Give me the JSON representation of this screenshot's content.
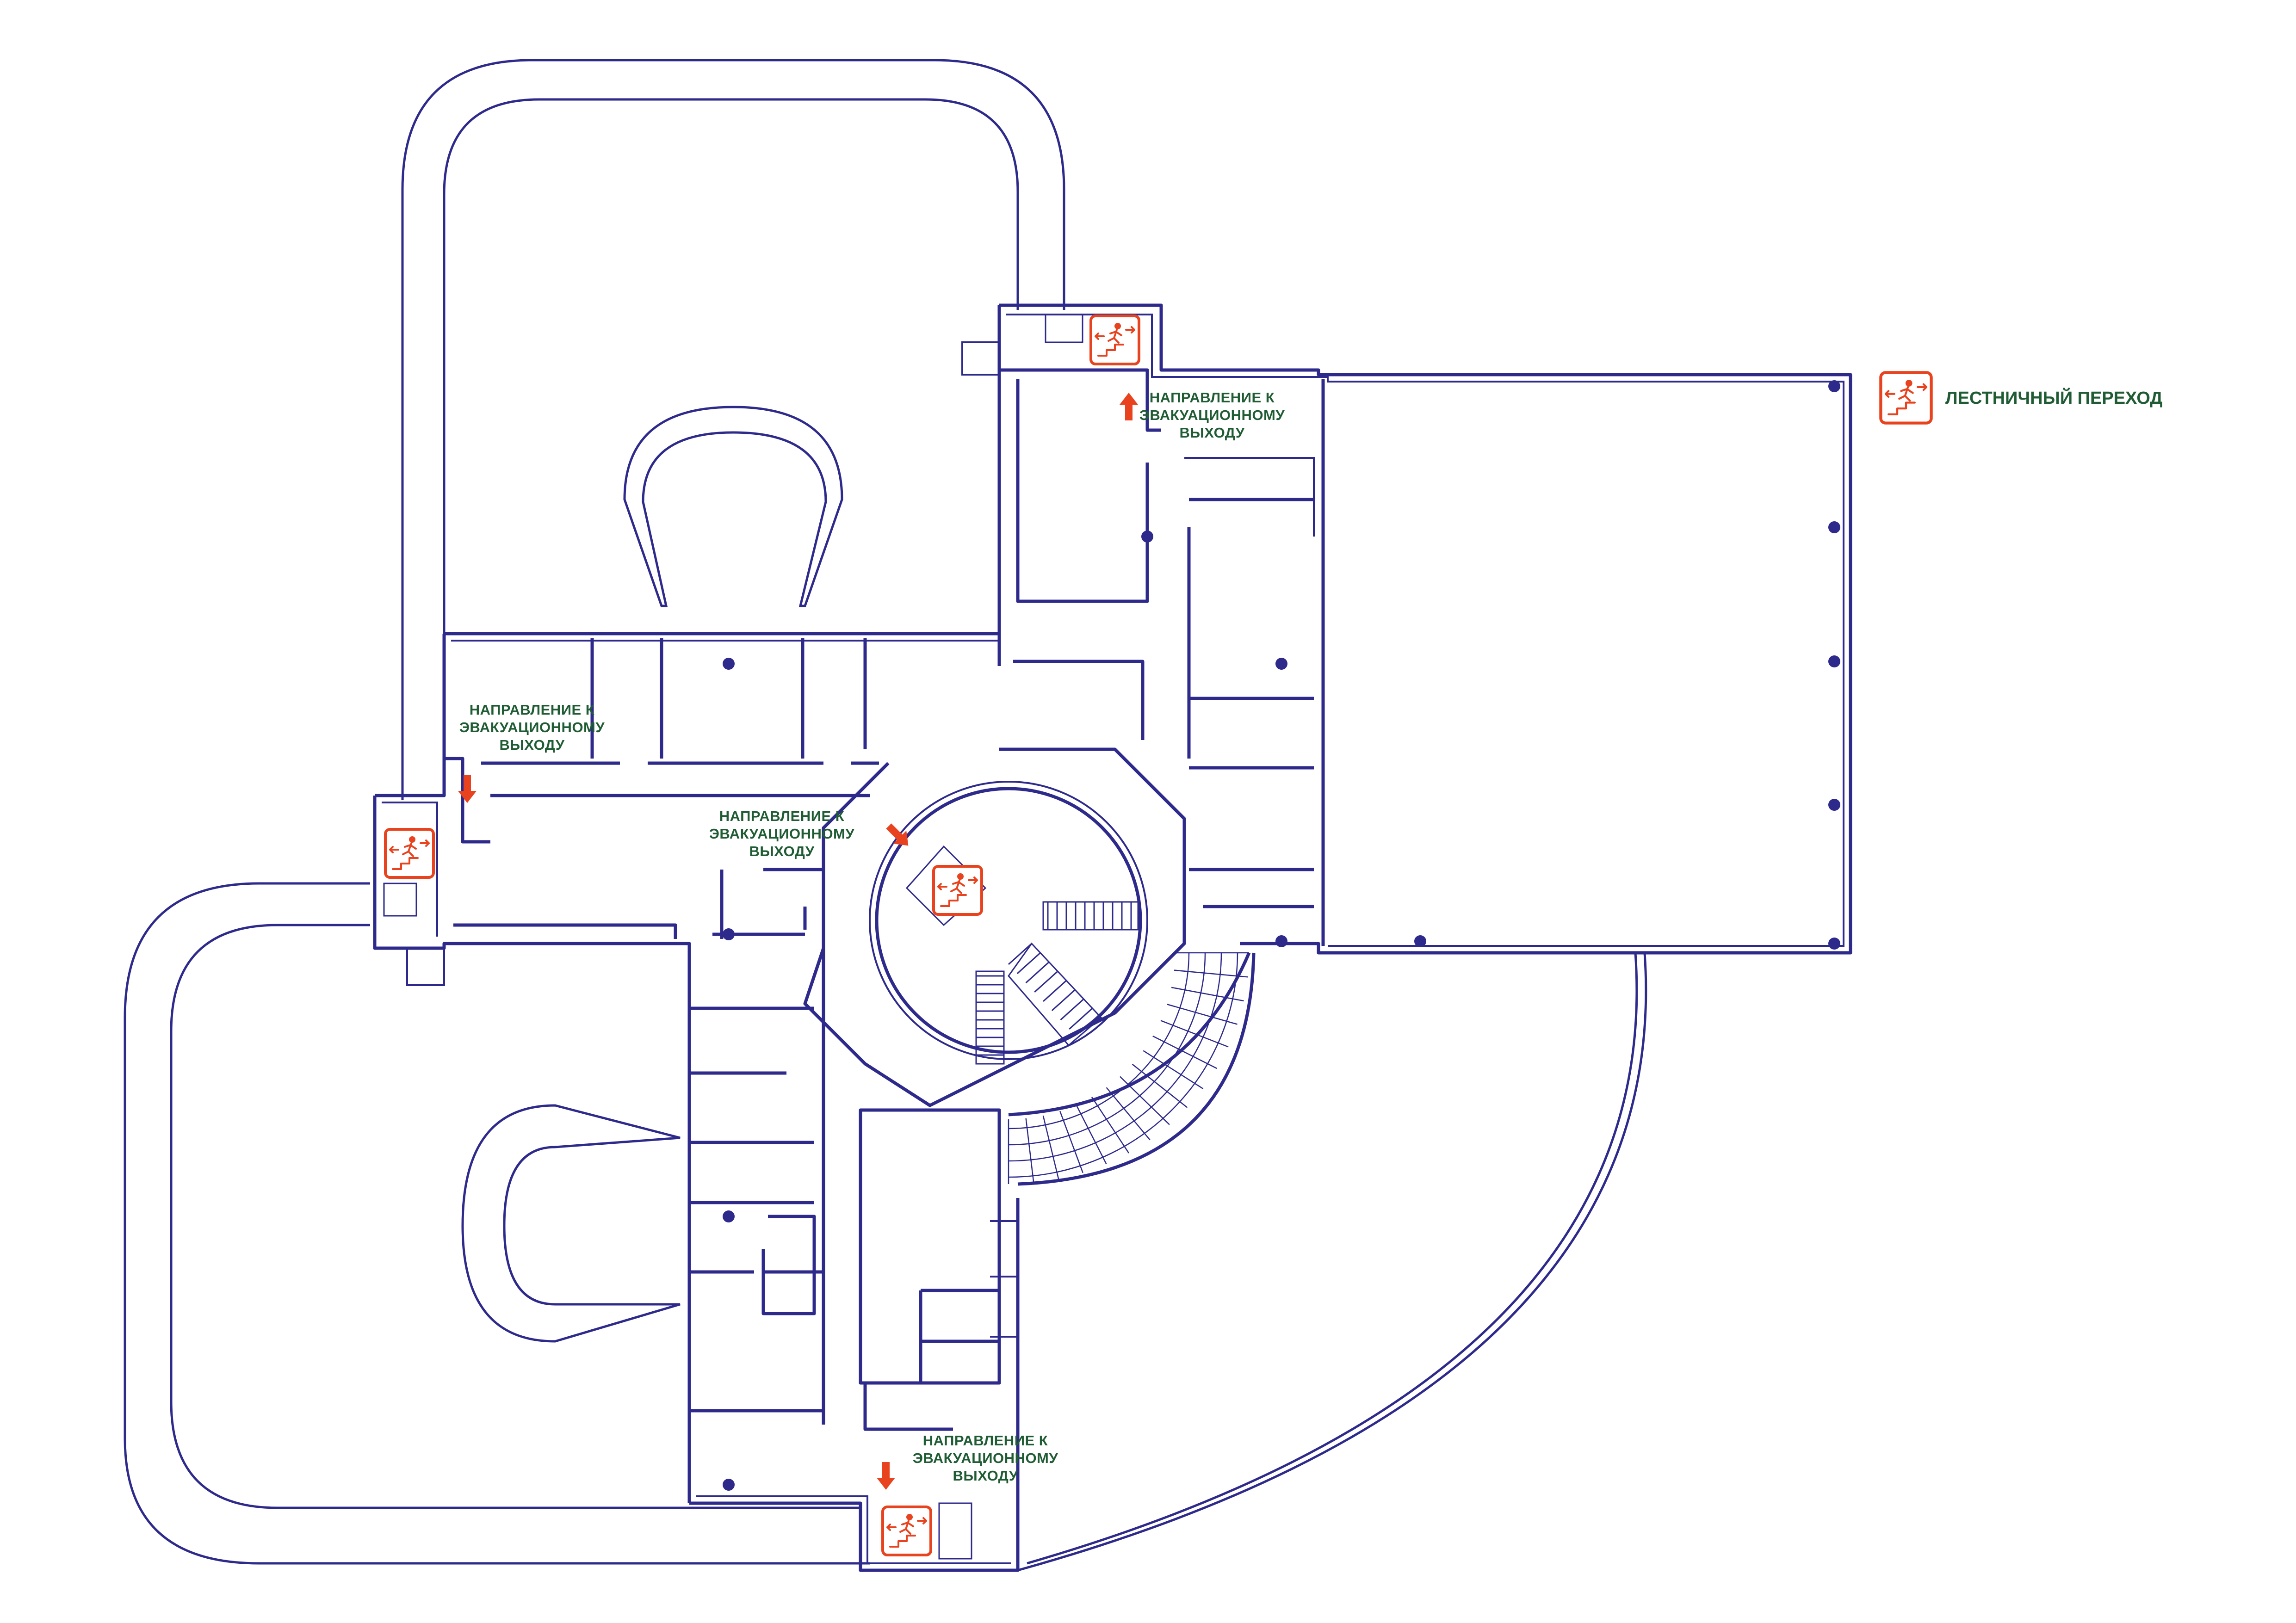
{
  "colors": {
    "walls": "#2e2a8c",
    "labels": "#1f5c33",
    "evacuation": "#e8431e",
    "background": "#ffffff"
  },
  "legend": {
    "icon": "stair-transition-icon",
    "label": "ЛЕСТНИЧНЫЙ ПЕРЕХОД"
  },
  "exit_directions": [
    {
      "line1": "НАПРАВЛЕНИЕ К",
      "line2": "ЭВАКУАЦИОННОМУ",
      "line3": "ВЫХОДУ",
      "arrow": "up"
    },
    {
      "line1": "НАПРАВЛЕНИЕ К",
      "line2": "ЭВАКУАЦИОННОМУ",
      "line3": "ВЫХОДУ",
      "arrow": "down"
    },
    {
      "line1": "НАПРАВЛЕНИЕ К",
      "line2": "ЭВАКУАЦИОННОМУ",
      "line3": "ВЫХОДУ",
      "arrow": "down-right"
    },
    {
      "line1": "НАПРАВЛЕНИЕ К",
      "line2": "ЭВАКУАЦИОННОМУ",
      "line3": "ВЫХОДУ",
      "arrow": "down"
    }
  ],
  "stair_signs": [
    "stair-transition-icon",
    "stair-transition-icon",
    "stair-transition-icon",
    "stair-transition-icon"
  ]
}
